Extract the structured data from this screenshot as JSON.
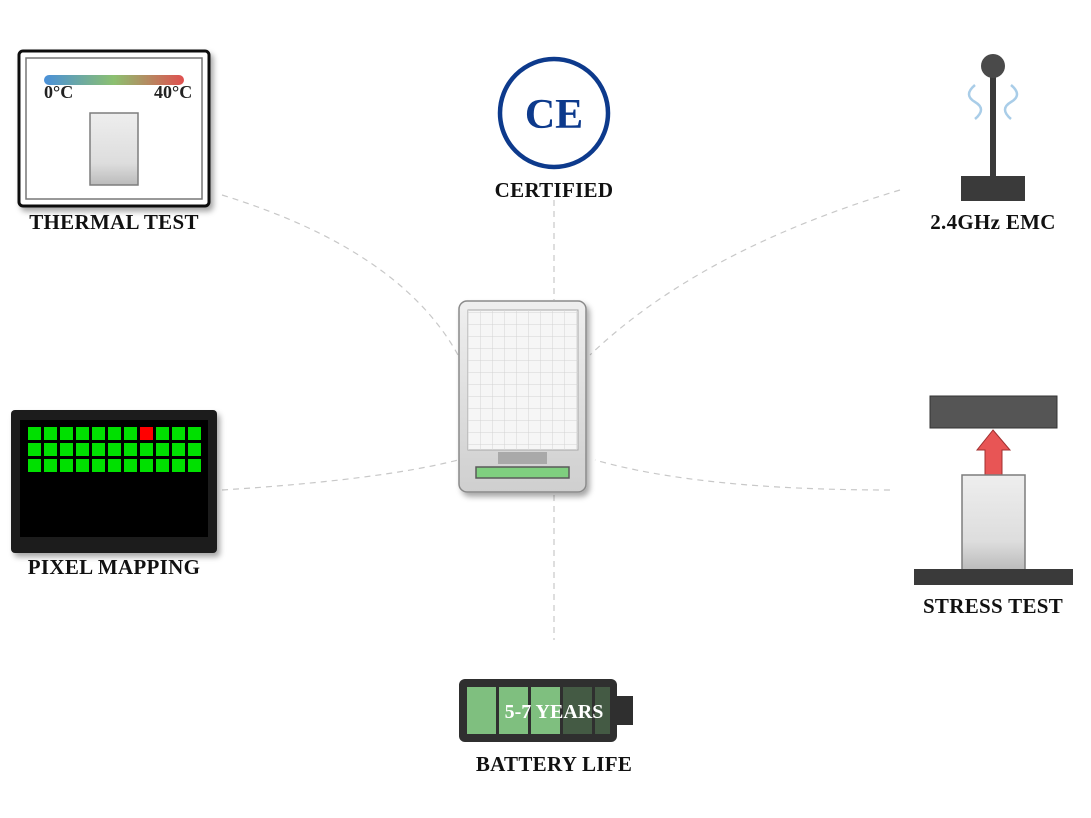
{
  "center_device": {
    "icon": "e-paper-tablet-icon"
  },
  "nodes": {
    "thermal": {
      "label": "THERMAL TEST",
      "scale_min": "0°C",
      "scale_max": "40°C",
      "icon": "thermometer-chamber-icon"
    },
    "certified": {
      "label": "CERTIFIED",
      "mark": "CE",
      "color": "#0d3a8c",
      "icon": "ce-mark-icon"
    },
    "emc": {
      "label": "2.4GHz EMC",
      "icon": "antenna-icon"
    },
    "pixel": {
      "label": "PIXEL MAPPING",
      "icon": "pixel-grid-icon",
      "dead_pixel_color": "#ff0000",
      "ok_pixel_color": "#00e000"
    },
    "stress": {
      "label": "STRESS TEST",
      "icon": "press-icon",
      "arrow_color": "#e85555"
    },
    "battery": {
      "label": "BATTERY LIFE",
      "text": "5-7 YEARS",
      "icon": "battery-icon"
    }
  },
  "colors": {
    "connector": "#c8c8c8",
    "device_frame": "#d8d8d8",
    "battery_fill": "#7fbf7f"
  }
}
